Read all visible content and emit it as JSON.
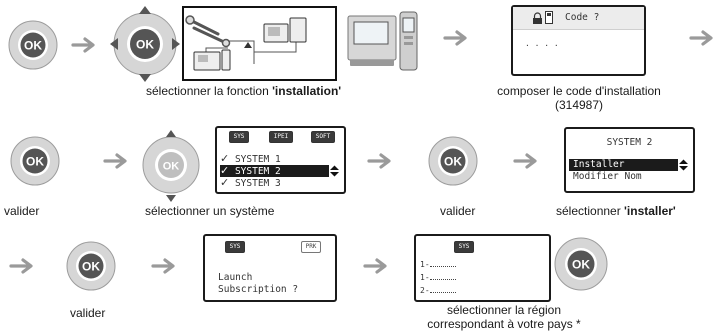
{
  "buttons": {
    "ok_label": "OK"
  },
  "captions": {
    "select_installation_prefix": "sélectionner la fonction ",
    "select_installation_bold": "'installation'",
    "enter_code_line1": "composer le code d'installation",
    "enter_code_line2": "(314987)",
    "validate_1": "valider",
    "select_system": "sélectionner un système",
    "validate_2": "valider",
    "select_install_prefix": "sélectionner ",
    "select_install_bold": "'installer'",
    "validate_3": "valider",
    "select_region_line1": "sélectionner la région",
    "select_region_line2": "correspondant à votre pays *"
  },
  "screens": {
    "code": {
      "title": "Code ?",
      "entry": "· · · ·"
    },
    "system_list": {
      "tags": [
        "SYS",
        "IPEI",
        "SOFT"
      ],
      "items": [
        "SYSTEM 1",
        "SYSTEM 2",
        "SYSTEM 3"
      ],
      "selected_index": 1
    },
    "system2_menu": {
      "title": "SYSTEM 2",
      "items": [
        "Installer",
        "Modifier Nom"
      ],
      "selected_index": 0
    },
    "launch": {
      "tags": [
        "SYS",
        "PRK"
      ],
      "line1": "Launch",
      "line2": "Subscription ?"
    },
    "region": {
      "tag": "SYS",
      "lines": [
        "1-",
        "1-",
        "2-"
      ]
    }
  },
  "colors": {
    "ok_ring": "#c8c8c8",
    "ok_center": "#5a5a5a",
    "arrow": "#9a9a9a",
    "lcd_border": "#1b1b1b"
  }
}
